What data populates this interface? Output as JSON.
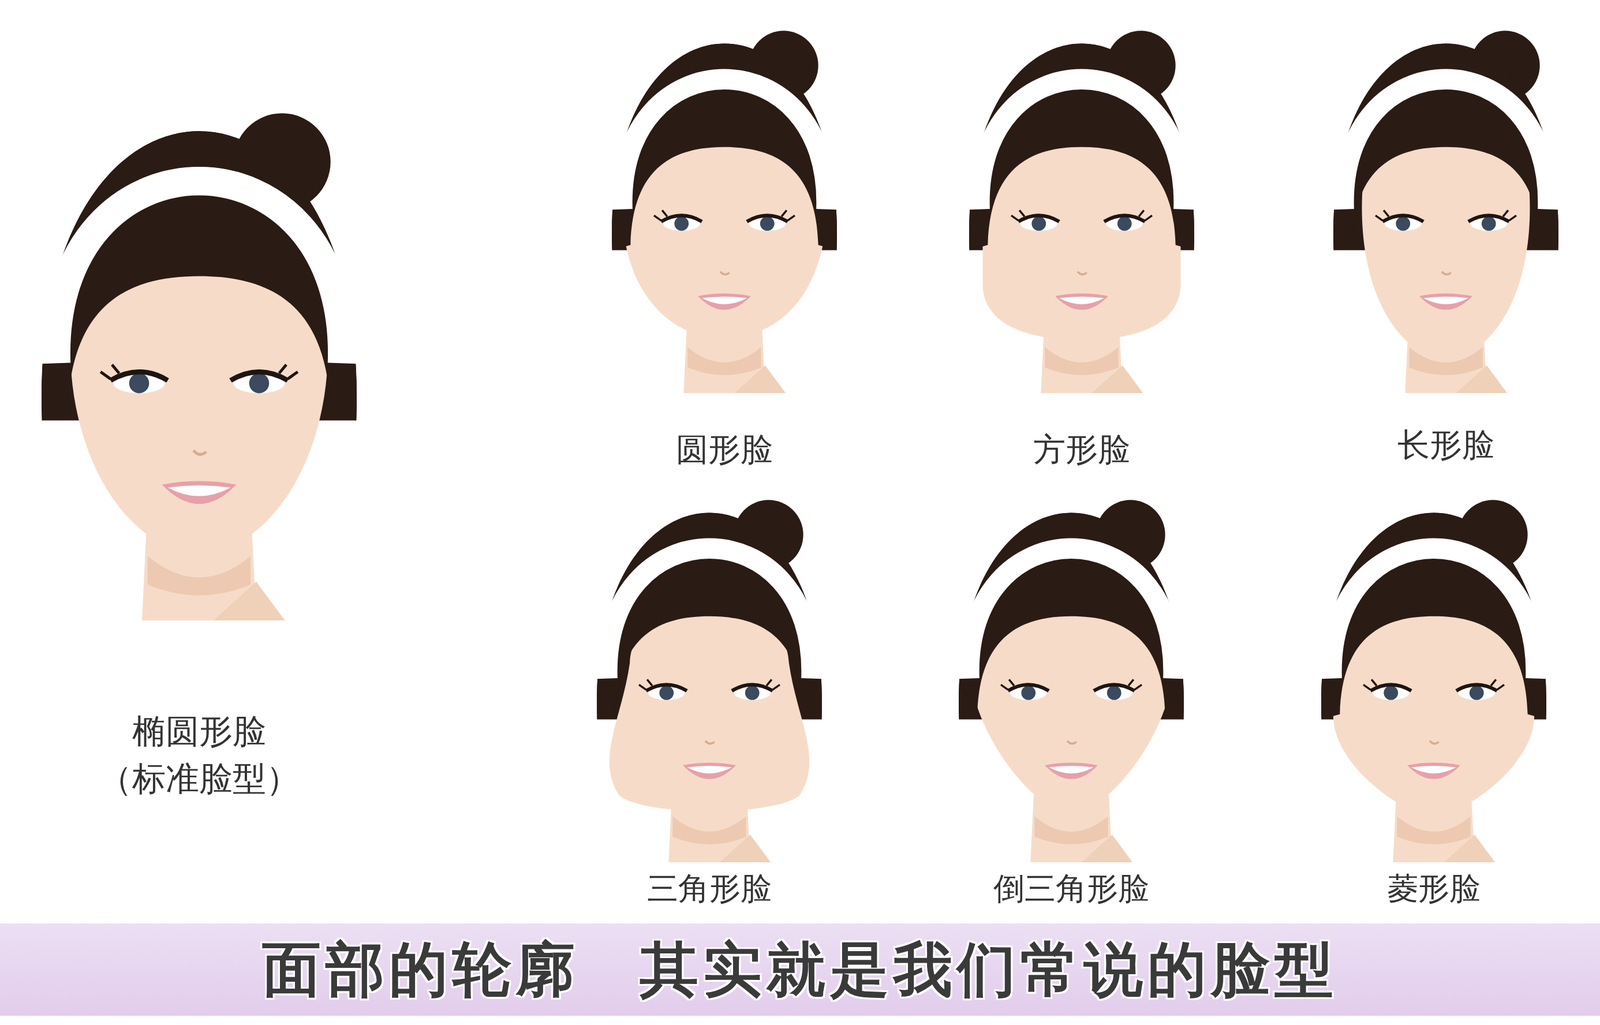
{
  "diagram": {
    "caption": "面部的轮廓 其实就是我们常说的脸型",
    "labels": [
      "椭圆形脸",
      "（标准脸型）",
      "圆形脸",
      "方形脸",
      "长形脸",
      "三角形脸",
      "倒三角形脸",
      "菱形脸"
    ]
  }
}
